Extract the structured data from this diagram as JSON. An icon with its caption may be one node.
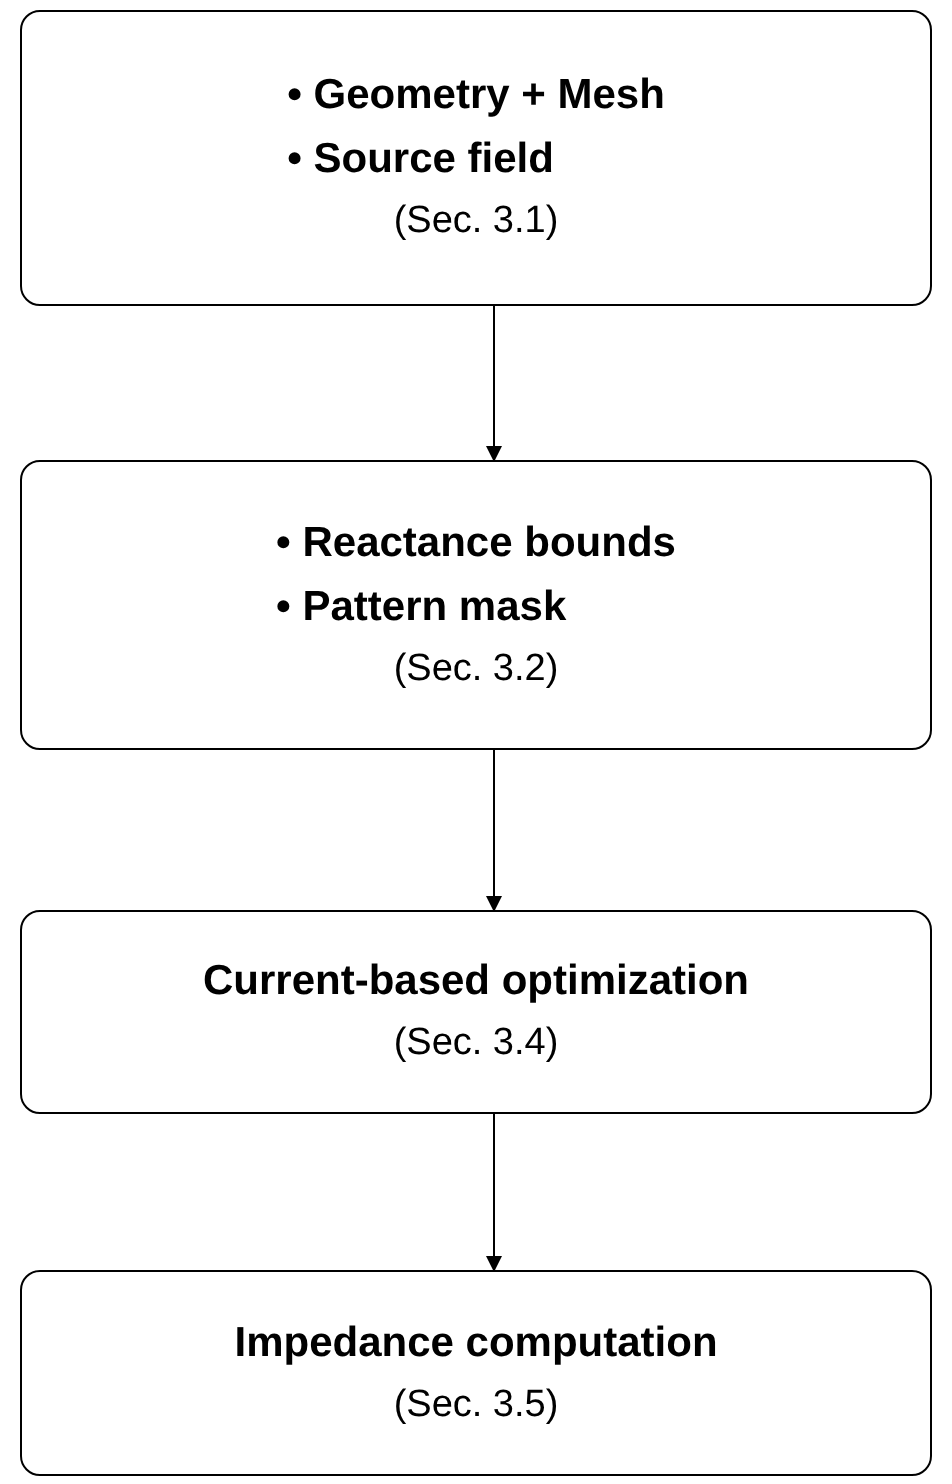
{
  "diagram": {
    "nodes": [
      {
        "text": [
          "• Geometry + Mesh",
          "• Source field",
          "(Sec. 3.1)"
        ]
      },
      {
        "text": [
          "• Reactance bounds",
          "• Pattern mask",
          "(Sec. 3.2)"
        ]
      },
      {
        "text": [
          "Current-based optimization",
          "(Sec. 3.4)"
        ]
      },
      {
        "text": [
          "Impedance computation",
          "(Sec. 3.5)"
        ]
      }
    ],
    "edges": [
      {
        "from": 0,
        "to": 1,
        "arrow": "to"
      },
      {
        "from": 1,
        "to": 2,
        "arrow": "to"
      },
      {
        "from": 2,
        "to": 3,
        "arrow": "to"
      }
    ]
  }
}
